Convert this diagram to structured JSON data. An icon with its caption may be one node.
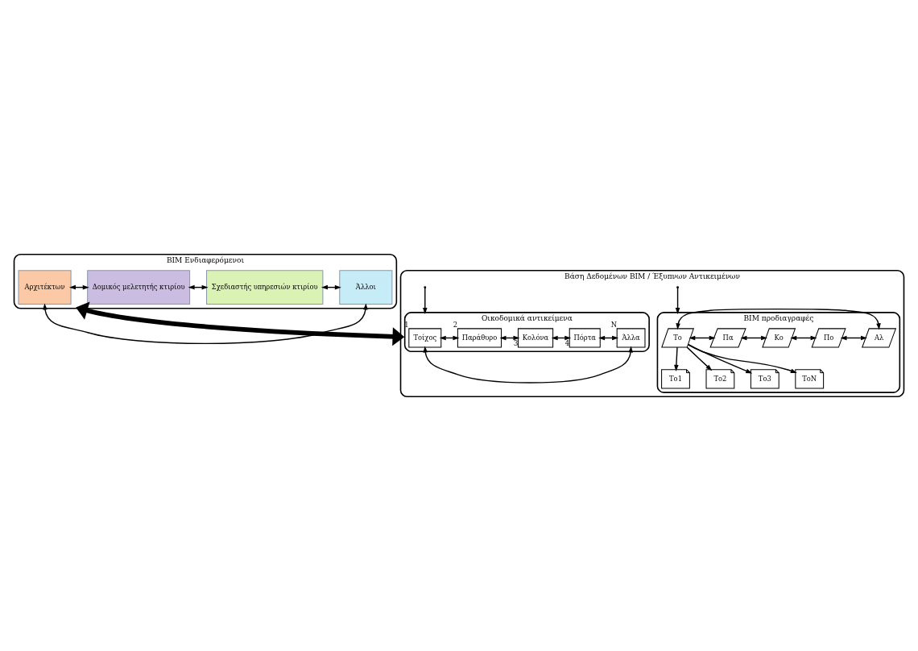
{
  "diagram": {
    "nodes": [
      {
        "text": [
          "BIM Ενδιαφερόμενοι"
        ]
      },
      {
        "text": [
          "Αρχιτέκτων"
        ],
        "in": 0
      },
      {
        "text": [
          "Δομικός μελετητής κτιρίου"
        ],
        "in": 0
      },
      {
        "text": [
          "Σχεδιαστής υπηρεσιών κτιρίου"
        ],
        "in": 0
      },
      {
        "text": [
          "Άλλοι"
        ],
        "in": 0
      },
      {
        "text": [
          "Βάση Δεδομένων BIM / Έξυπνων Αντικειμένων"
        ]
      },
      {
        "text": [
          "Οικοδομικά αντικείμενα"
        ],
        "in": 5
      },
      {
        "text": [
          "Τοίχος"
        ],
        "in": 6,
        "beside": [
          "1"
        ]
      },
      {
        "text": [
          "Παράθυρο"
        ],
        "in": 6,
        "beside": [
          "2"
        ]
      },
      {
        "text": [
          "Κολόνα"
        ],
        "in": 6,
        "beside": [
          "3"
        ]
      },
      {
        "text": [
          "Πόρτα"
        ],
        "in": 6,
        "beside": [
          "4"
        ]
      },
      {
        "text": [
          "Άλλα"
        ],
        "in": 6,
        "beside": [
          "N"
        ]
      },
      {
        "text": [
          "BIM προδιαγραφές"
        ],
        "in": 5
      },
      {
        "text": [
          "Το"
        ],
        "in": 12
      },
      {
        "text": [
          "Πα"
        ],
        "in": 12
      },
      {
        "text": [
          "Κο"
        ],
        "in": 12
      },
      {
        "text": [
          "Πο"
        ],
        "in": 12
      },
      {
        "text": [
          "Αλ"
        ],
        "in": 12
      },
      {
        "text": [
          "Το1"
        ],
        "in": 12
      },
      {
        "text": [
          "Το2"
        ],
        "in": 12
      },
      {
        "text": [
          "Το3"
        ],
        "in": 12
      },
      {
        "text": [
          "ΤοΝ"
        ],
        "in": 12
      }
    ],
    "edges": [
      {
        "from": 1,
        "to": 2,
        "arrow": "both"
      },
      {
        "from": 2,
        "to": 3,
        "arrow": "both"
      },
      {
        "from": 3,
        "to": 4,
        "arrow": "both"
      },
      {
        "from": 1,
        "to": 4,
        "arrow": "both"
      },
      {
        "from": 0,
        "to": 5,
        "arrow": "both",
        "style": "thick"
      },
      {
        "from": null,
        "to": 6,
        "arrow": "to"
      },
      {
        "from": null,
        "to": 12,
        "arrow": "to"
      },
      {
        "from": 7,
        "to": 8,
        "arrow": "both"
      },
      {
        "from": 8,
        "to": 9,
        "arrow": "both"
      },
      {
        "from": 9,
        "to": 10,
        "arrow": "both"
      },
      {
        "from": 10,
        "to": 11,
        "arrow": "both"
      },
      {
        "from": 7,
        "to": 11,
        "arrow": "both"
      },
      {
        "from": 13,
        "to": 14,
        "arrow": "both"
      },
      {
        "from": 14,
        "to": 15,
        "arrow": "both"
      },
      {
        "from": 15,
        "to": 16,
        "arrow": "both"
      },
      {
        "from": 16,
        "to": 17,
        "arrow": "both"
      },
      {
        "from": 13,
        "to": 17,
        "arrow": "both"
      },
      {
        "from": 13,
        "to": 18,
        "arrow": "to"
      },
      {
        "from": 13,
        "to": 19,
        "arrow": "to"
      },
      {
        "from": 13,
        "to": 20,
        "arrow": "to"
      },
      {
        "from": 13,
        "to": 21,
        "arrow": "to"
      }
    ]
  }
}
